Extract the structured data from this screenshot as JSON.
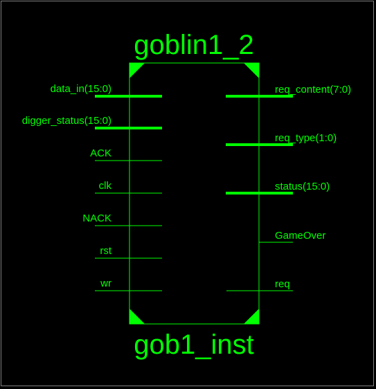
{
  "schematic": {
    "cell_name": "goblin1_2",
    "instance_name": "gob1_inst",
    "colors": {
      "background": "#000000",
      "frame": "#808080",
      "symbol": "#00ff00"
    },
    "left_pins": [
      {
        "label": "data_in(15:0)",
        "bus": true
      },
      {
        "label": "digger_status(15:0)",
        "bus": true
      },
      {
        "label": "ACK",
        "bus": false
      },
      {
        "label": "clk",
        "bus": false
      },
      {
        "label": "NACK",
        "bus": false
      },
      {
        "label": "rst",
        "bus": false
      },
      {
        "label": "wr",
        "bus": false
      }
    ],
    "right_pins": [
      {
        "label": "req_content(7:0)",
        "bus": true
      },
      {
        "label": "req_type(1:0)",
        "bus": true
      },
      {
        "label": "status(15:0)",
        "bus": true
      },
      {
        "label": "GameOver",
        "bus": false
      },
      {
        "label": "req",
        "bus": false
      }
    ]
  }
}
